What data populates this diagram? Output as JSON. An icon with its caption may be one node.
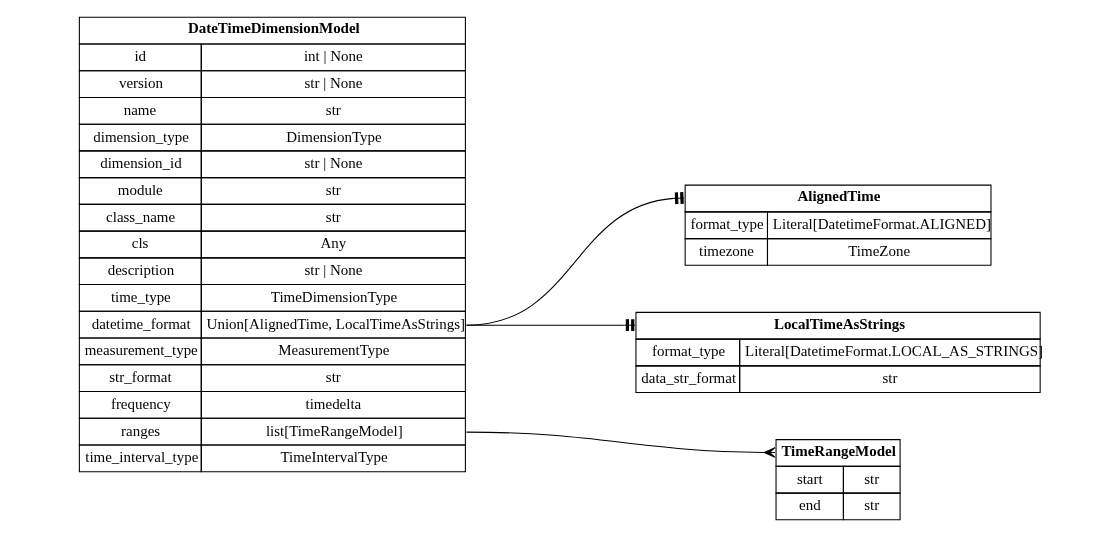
{
  "diagram": {
    "nodes": [
      {
        "text": [
          "DateTimeDimensionModel",
          "id",
          "int | None",
          "version",
          "str | None",
          "name",
          "str",
          "dimension_type",
          "DimensionType",
          "dimension_id",
          "str | None",
          "module",
          "str",
          "class_name",
          "str",
          "cls",
          "Any",
          "description",
          "str | None",
          "time_type",
          "TimeDimensionType",
          "datetime_format",
          "Union[AlignedTime, LocalTimeAsStrings]",
          "measurement_type",
          "MeasurementType",
          "str_format",
          "str",
          "frequency",
          "timedelta",
          "ranges",
          "list[TimeRangeModel]",
          "time_interval_type",
          "TimeIntervalType"
        ]
      },
      {
        "text": [
          "AlignedTime",
          "format_type",
          "Literal[DatetimeFormat.ALIGNED]",
          "timezone",
          "TimeZone"
        ]
      },
      {
        "text": [
          "LocalTimeAsStrings",
          "format_type",
          "Literal[DatetimeFormat.LOCAL_AS_STRINGS]",
          "data_str_format",
          "str"
        ]
      },
      {
        "text": [
          "TimeRangeModel",
          "start",
          "str",
          "end",
          "str"
        ]
      }
    ],
    "edges": [
      {
        "from": 0,
        "to": 1,
        "arrow": "other"
      },
      {
        "from": 0,
        "to": 2,
        "arrow": "other"
      },
      {
        "from": 0,
        "to": 3,
        "arrow": "other"
      }
    ]
  }
}
